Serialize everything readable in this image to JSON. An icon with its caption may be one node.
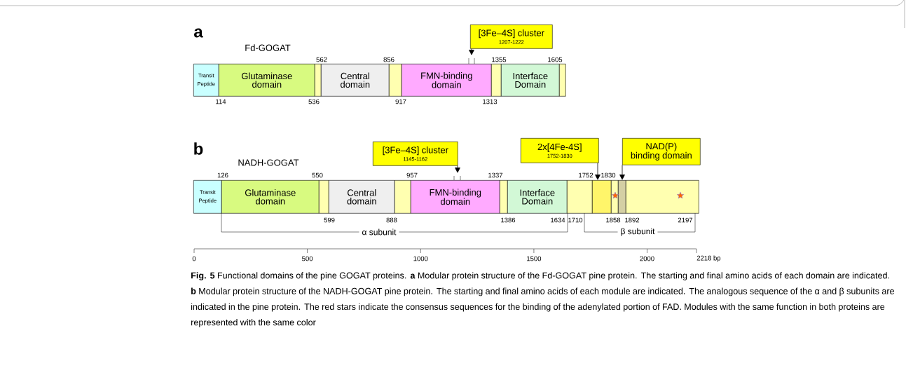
{
  "diagram": {
    "caption": "**Fig. 5** Functional domains of the pine GOGAT proteins. **a** Modular protein structure of the Fd-GOGAT pine protein. The starting and final amino acids of each domain are indicated. **b** Modular protein structure of the NADH-GOGAT pine protein. The starting and final amino acids of each module are indicated. The analogous sequence of the α and β subunits are indicated in the pine protein. The red stars indicate the consensus sequences for the binding of the adenylated portion of FAD. Modules with the same function in both proteins are represented with the same color",
    "nodes": [
      {
        "text": [
          "Transit Peptide"
        ]
      },
      {
        "text": [
          "Glutaminase domain"
        ]
      },
      {
        "text": [],
        "shape": "box"
      },
      {
        "text": [
          "Central domain"
        ]
      },
      {
        "text": [],
        "shape": "box"
      },
      {
        "text": [
          "FMN-binding domain"
        ]
      },
      {
        "text": [],
        "shape": "box"
      },
      {
        "text": [
          "Interface Domain"
        ]
      },
      {
        "text": [],
        "shape": "box"
      },
      {
        "text": [
          "[3Fe–4S] cluster",
          "1207-1222"
        ]
      },
      {
        "text": [
          "[3Fe–4S] cluster",
          "1145-1162"
        ]
      },
      {
        "text": [
          "2x[4Fe-4S]",
          "1752-1830"
        ]
      },
      {
        "text": [
          "NAD(P) binding domain"
        ]
      },
      {
        "text": [
          "Transit Peptide"
        ]
      },
      {
        "text": [
          "Glutaminase domain"
        ]
      },
      {
        "text": [],
        "shape": "box"
      },
      {
        "text": [
          "Central domain"
        ]
      },
      {
        "text": [],
        "shape": "box"
      },
      {
        "text": [
          "FMN-binding domain"
        ]
      },
      {
        "text": [],
        "shape": "box"
      },
      {
        "text": [
          "Interface Domain"
        ]
      },
      {
        "text": [],
        "shape": "box"
      },
      {
        "text": [],
        "shape": "box"
      },
      {
        "text": [],
        "shape": "box"
      },
      {
        "text": [],
        "shape": "box"
      },
      {
        "text": [],
        "shape": "box"
      }
    ],
    "edges": [
      {
        "from": 9,
        "to": null,
        "arrow": "to"
      },
      {
        "from": 10,
        "to": null,
        "arrow": "to"
      },
      {
        "from": 11,
        "to": 22,
        "arrow": "to"
      },
      {
        "from": 12,
        "to": 24,
        "arrow": "to"
      }
    ],
    "labels": [
      "a",
      "Fd-GOGAT",
      "562",
      "856",
      "1355",
      "1605",
      "114",
      "536",
      "917",
      "1313",
      "b",
      "NADH-GOGAT",
      "126",
      "550",
      "957",
      "1337",
      "1752",
      "1830",
      "599",
      "888",
      "1386",
      "1634",
      "1710",
      "1858",
      "1892",
      "2197",
      "α subunit",
      "β subunit",
      "0",
      "500",
      "1000",
      "1500",
      "2000",
      "2218 bp"
    ]
  }
}
